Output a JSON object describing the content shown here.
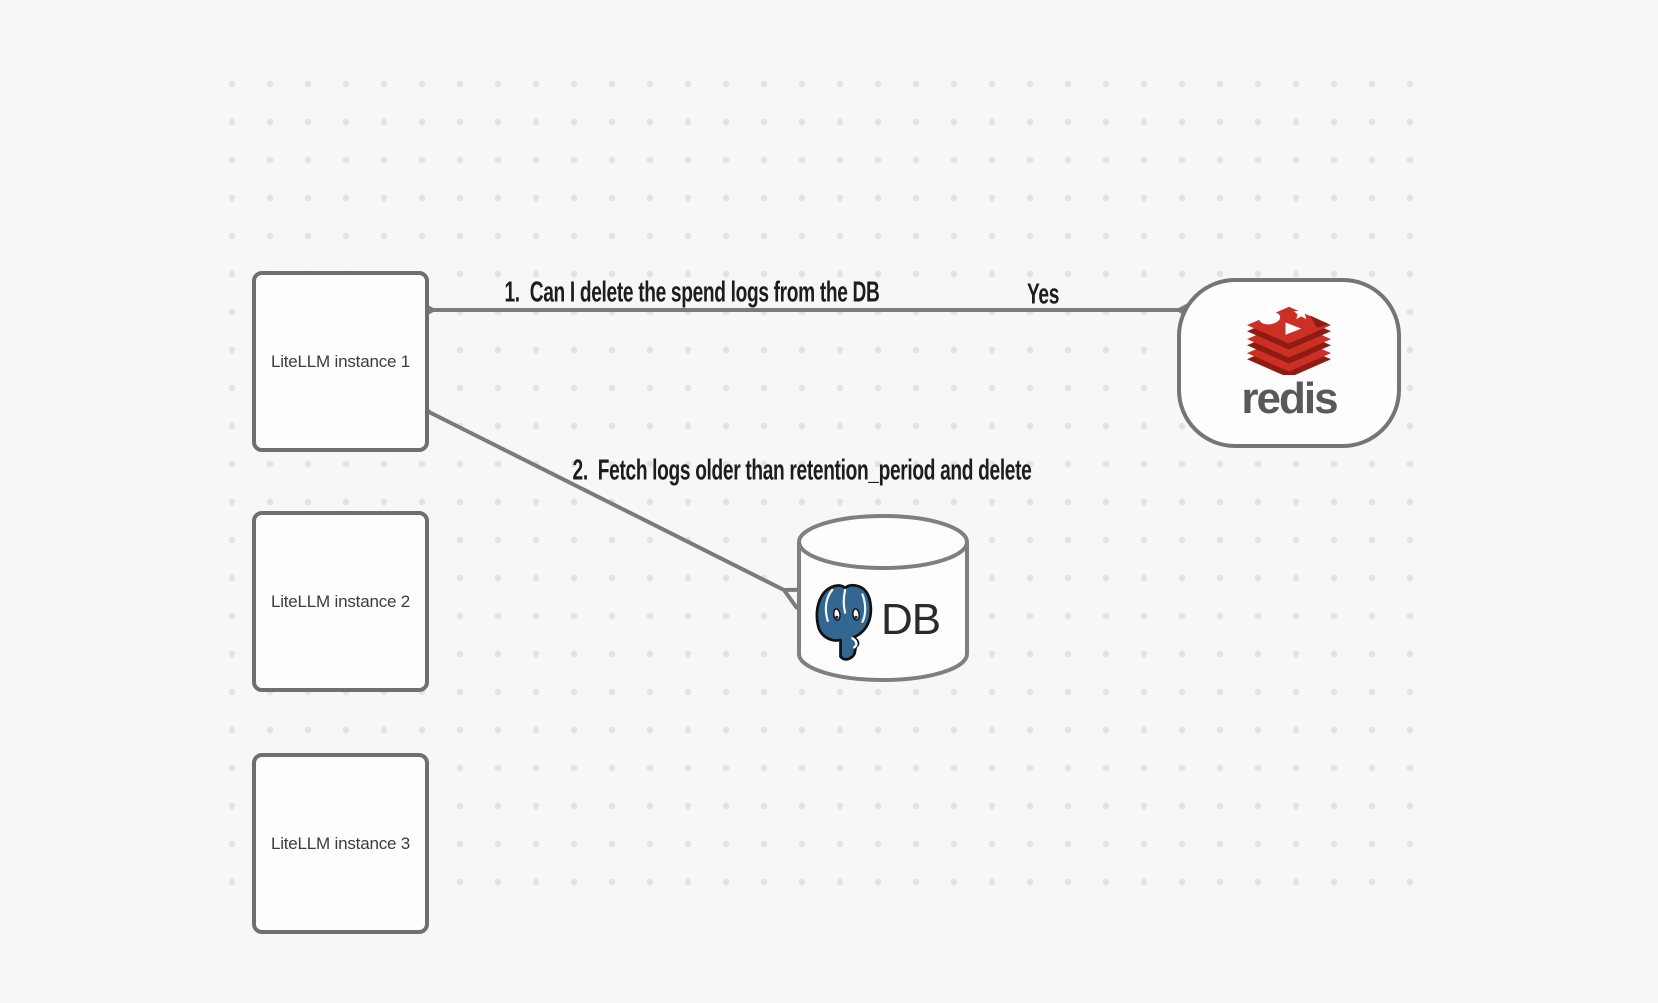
{
  "diagram": {
    "instances": [
      {
        "label": "LiteLLM instance 1"
      },
      {
        "label": "LiteLLM instance 2"
      },
      {
        "label": "LiteLLM instance 3"
      }
    ],
    "redis": {
      "wordmark": "redis"
    },
    "database": {
      "label": "DB"
    },
    "arrows": {
      "arrow1": {
        "label": "1.  Can I delete the spend logs from the DB",
        "response": "Yes"
      },
      "arrow2": {
        "label": "2.  Fetch logs older than retention_period and delete"
      }
    },
    "colors": {
      "background": "#f7f7f7",
      "dot": "#e3e3e3",
      "arrow": "#7b7b7b",
      "node_border": "#6f6f6f",
      "label_text": "#1d1d1f",
      "redis_red": "#cc2f24",
      "redis_dark_red": "#8f1c12",
      "redis_wordmark": "#58595b",
      "postgres_blue": "#336791"
    }
  }
}
